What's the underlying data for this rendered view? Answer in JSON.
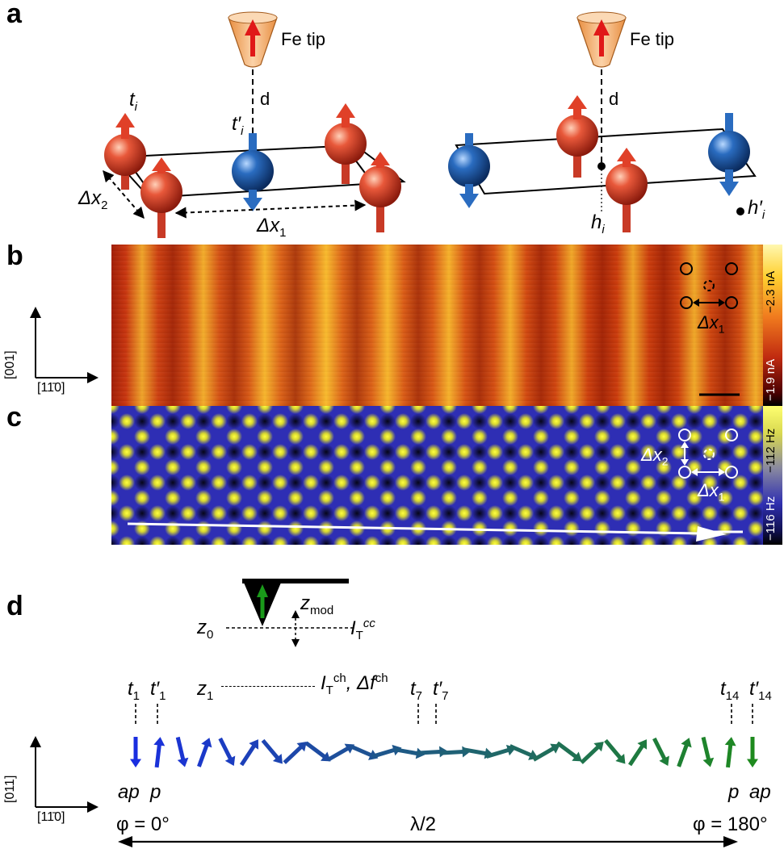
{
  "panels": {
    "a": "a",
    "b": "b",
    "c": "c",
    "d": "d"
  },
  "panel_a": {
    "tip_label_left": "Fe tip",
    "tip_label_right": "Fe tip",
    "d_left": "d",
    "d_right": "d",
    "t_i": "t",
    "t_i_sub": "i",
    "t_i_prime": "t′",
    "t_i_prime_sub": "i",
    "dx1": "Δx",
    "dx1_sub": "1",
    "dx2": "Δx",
    "dx2_sub": "2",
    "h_i": "h",
    "h_i_sub": "i",
    "h_i_prime": "h′",
    "h_i_prime_sub": "i"
  },
  "axes_b": {
    "vertical": "[001]",
    "horizontal": "[1",
    "horizontal_bar": "1̄",
    "horizontal_end": "0]"
  },
  "colorbar_b": {
    "top": "−2.3 nA",
    "bottom": "−1.9 nA"
  },
  "colorbar_c": {
    "top": "−112 Hz",
    "bottom": "−116 Hz"
  },
  "panel_b_labels": {
    "dx": "Δx",
    "dx_sub": "1"
  },
  "panel_c_labels": {
    "dx1": "Δx",
    "dx1_sub": "1",
    "dx2": "Δx",
    "dx2_sub": "2"
  },
  "tip_mod": {
    "z0": "z",
    "z0_sub": "0",
    "zmod": "z",
    "zmod_sub": "mod",
    "I": "I",
    "I_sub": "T",
    "I_sup": "cc"
  },
  "panel_d": {
    "t1": "t",
    "t1_sub": "1",
    "t1p": "t′",
    "t1p_sub": "1",
    "z1": "z",
    "z1_sub": "1",
    "Ich": "I",
    "Ich_sub": "T",
    "Ich_sup": "ch",
    "dfch": ", Δf",
    "dfch_sup": "ch",
    "t7": "t",
    "t7_sub": "7",
    "t7p": "t′",
    "t7p_sub": "7",
    "t14": "t",
    "t14_sub": "14",
    "t14p": "t′",
    "t14p_sub": "14",
    "ap_left": "ap",
    "p_left": "p",
    "p_right": "p",
    "ap_right": "ap",
    "phi0": "φ = 0°",
    "lambda": "λ/2",
    "phi180": "φ = 180°",
    "axis_vertical": "[011]",
    "axis_horizontal": "[1",
    "axis_horizontal_bar": "1̄",
    "axis_horizontal_end": "0]"
  },
  "colors": {
    "red_atom": "#e0402a",
    "blue_atom": "#1f5fa8",
    "tip": "#f2a460",
    "arrow_blue": "#1a2ee0",
    "arrow_teal": "#1f5f78",
    "arrow_green": "#1e8a1e"
  }
}
